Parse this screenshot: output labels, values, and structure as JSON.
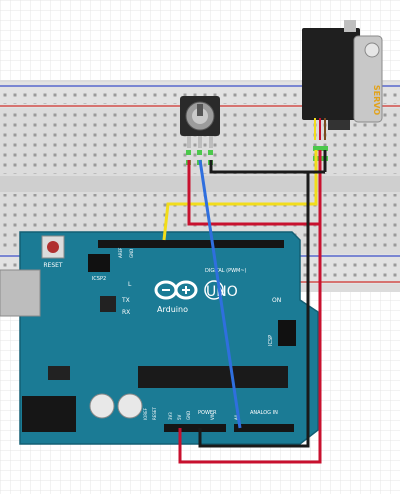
{
  "board": {
    "reset_label": "RESET",
    "icsp2_label": "ICSP2",
    "aref_label": "AREF",
    "gnd_label": "GND",
    "l_label": "L",
    "tx_label": "TX",
    "rx_label": "RX",
    "on_label": "ON",
    "arduino_label": "Arduino",
    "uno_label": "UNO",
    "digital_label": "DIGITAL (PWM~)",
    "icsp_label": "ICSP",
    "power_label": "POWER",
    "analog_label": "ANALOG IN",
    "ioref_label": "IOREF",
    "reset_pin_label": "RESET",
    "v33_label": "3V3",
    "v5_label": "5V",
    "gnd2_label": "GND",
    "vin_label": "VIN",
    "a0_label": "A0"
  },
  "servo": {
    "label": "SERVO"
  },
  "wire_colors": {
    "power": "#c8102e",
    "ground": "#1a1a1a",
    "signal": "#f2dd1b",
    "analog": "#2f6fde"
  }
}
